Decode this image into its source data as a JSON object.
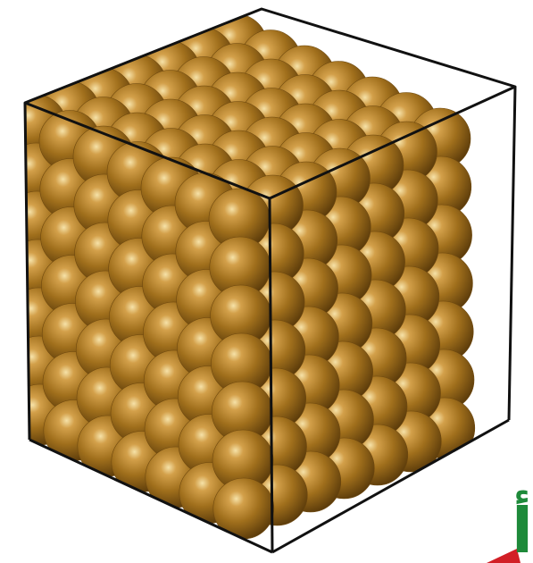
{
  "figure": {
    "sphere_color": "#9a6a18",
    "sphere_highlight": "#f4dca0",
    "sphere_shadow": "#4e3208",
    "edge_color": "#111111",
    "layers": 7,
    "rows_per_face": 7,
    "cols_per_face": 7
  },
  "corner_mark": {
    "glyph": "أ",
    "glyph_color": "#1e8a3a",
    "accent_color": "#d21f26"
  }
}
